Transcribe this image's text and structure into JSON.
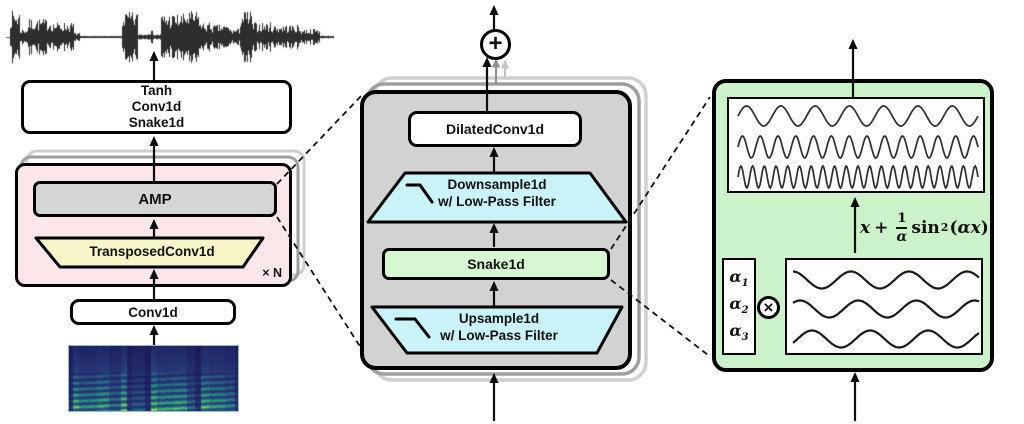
{
  "left": {
    "output_stack": [
      "Tanh",
      "Conv1d",
      "Snake1d"
    ],
    "amp": "AMP",
    "transposed": "TransposedConv1d",
    "repeat": "× N",
    "conv": "Conv1d"
  },
  "middle": {
    "dilated": "DilatedConv1d",
    "down_line1": "Downsample1d",
    "down_line2": "w/ Low-Pass Filter",
    "snake": "Snake1d",
    "up_line1": "Upsample1d",
    "up_line2": "w/ Low-Pass Filter"
  },
  "right": {
    "formula": {
      "lhs": "x",
      "plus": "+",
      "num": "1",
      "den": "α",
      "func": "sin",
      "exp": "2",
      "open": "(",
      "alpha": "α",
      "arg": "x",
      "close": ")"
    },
    "alphas": [
      {
        "sym": "α",
        "sub": "1"
      },
      {
        "sym": "α",
        "sub": "2"
      },
      {
        "sym": "α",
        "sub": "3"
      }
    ]
  },
  "icons": {
    "sum": "+",
    "product": "×"
  },
  "waves": {
    "top": {
      "cycles": [
        7,
        13.5,
        20.5
      ],
      "phases": [
        0,
        0,
        0
      ]
    },
    "bottom": {
      "cycles": [
        3.2,
        3.2,
        3.2
      ],
      "phases": [
        1.6,
        0.8,
        5.8
      ]
    }
  },
  "colors": {
    "pink": "#fbe7ea",
    "amp-gray": "#d5d5d5",
    "panel-gray": "#d2d2d2",
    "yellow": "#f8f6c8",
    "cyan": "#c9f3f9",
    "snake-green": "#d6f7d2",
    "panel-green": "#cbf2c8"
  }
}
